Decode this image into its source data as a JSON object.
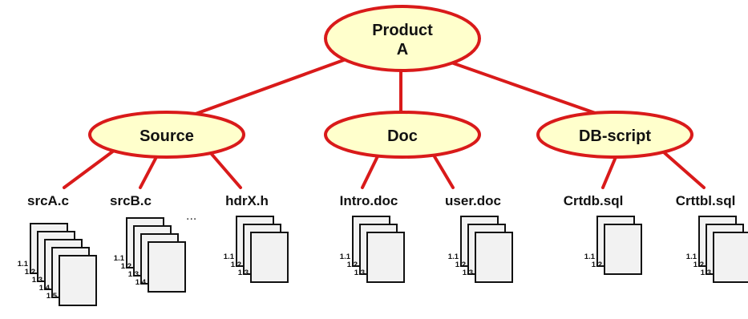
{
  "colors": {
    "edge": "#d91a1a",
    "node_fill": "#ffffcc",
    "page_fill": "#f2f2f2",
    "page_stroke": "#111111"
  },
  "root": {
    "line1": "Product",
    "line2": "A"
  },
  "categories": [
    {
      "key": "source",
      "label": "Source"
    },
    {
      "key": "doc",
      "label": "Doc"
    },
    {
      "key": "dbscript",
      "label": "DB-script"
    }
  ],
  "files": [
    {
      "key": "srca",
      "name": "srcA.c",
      "category": "source",
      "versions": [
        "1.1",
        "1.2",
        "1.3",
        "1.4",
        "1.5"
      ]
    },
    {
      "key": "srcb",
      "name": "srcB.c",
      "category": "source",
      "versions": [
        "1.1",
        "1.2",
        "1.3",
        "1.4"
      ]
    },
    {
      "key": "hdrx",
      "name": "hdrX.h",
      "category": "source",
      "versions": [
        "1.1",
        "1.2",
        "1.3"
      ]
    },
    {
      "key": "intro",
      "name": "Intro.doc",
      "category": "doc",
      "versions": [
        "1.1",
        "1.2",
        "1.3"
      ]
    },
    {
      "key": "user",
      "name": "user.doc",
      "category": "doc",
      "versions": [
        "1.1",
        "1.2",
        "1.3"
      ]
    },
    {
      "key": "crtdb",
      "name": "Crtdb.sql",
      "category": "dbscript",
      "versions": [
        "1.1",
        "1.2"
      ]
    },
    {
      "key": "crttbl",
      "name": "Crttbl.sql",
      "category": "dbscript",
      "versions": [
        "1.1",
        "1.2",
        "1.3"
      ]
    }
  ],
  "ellipsis": "..."
}
